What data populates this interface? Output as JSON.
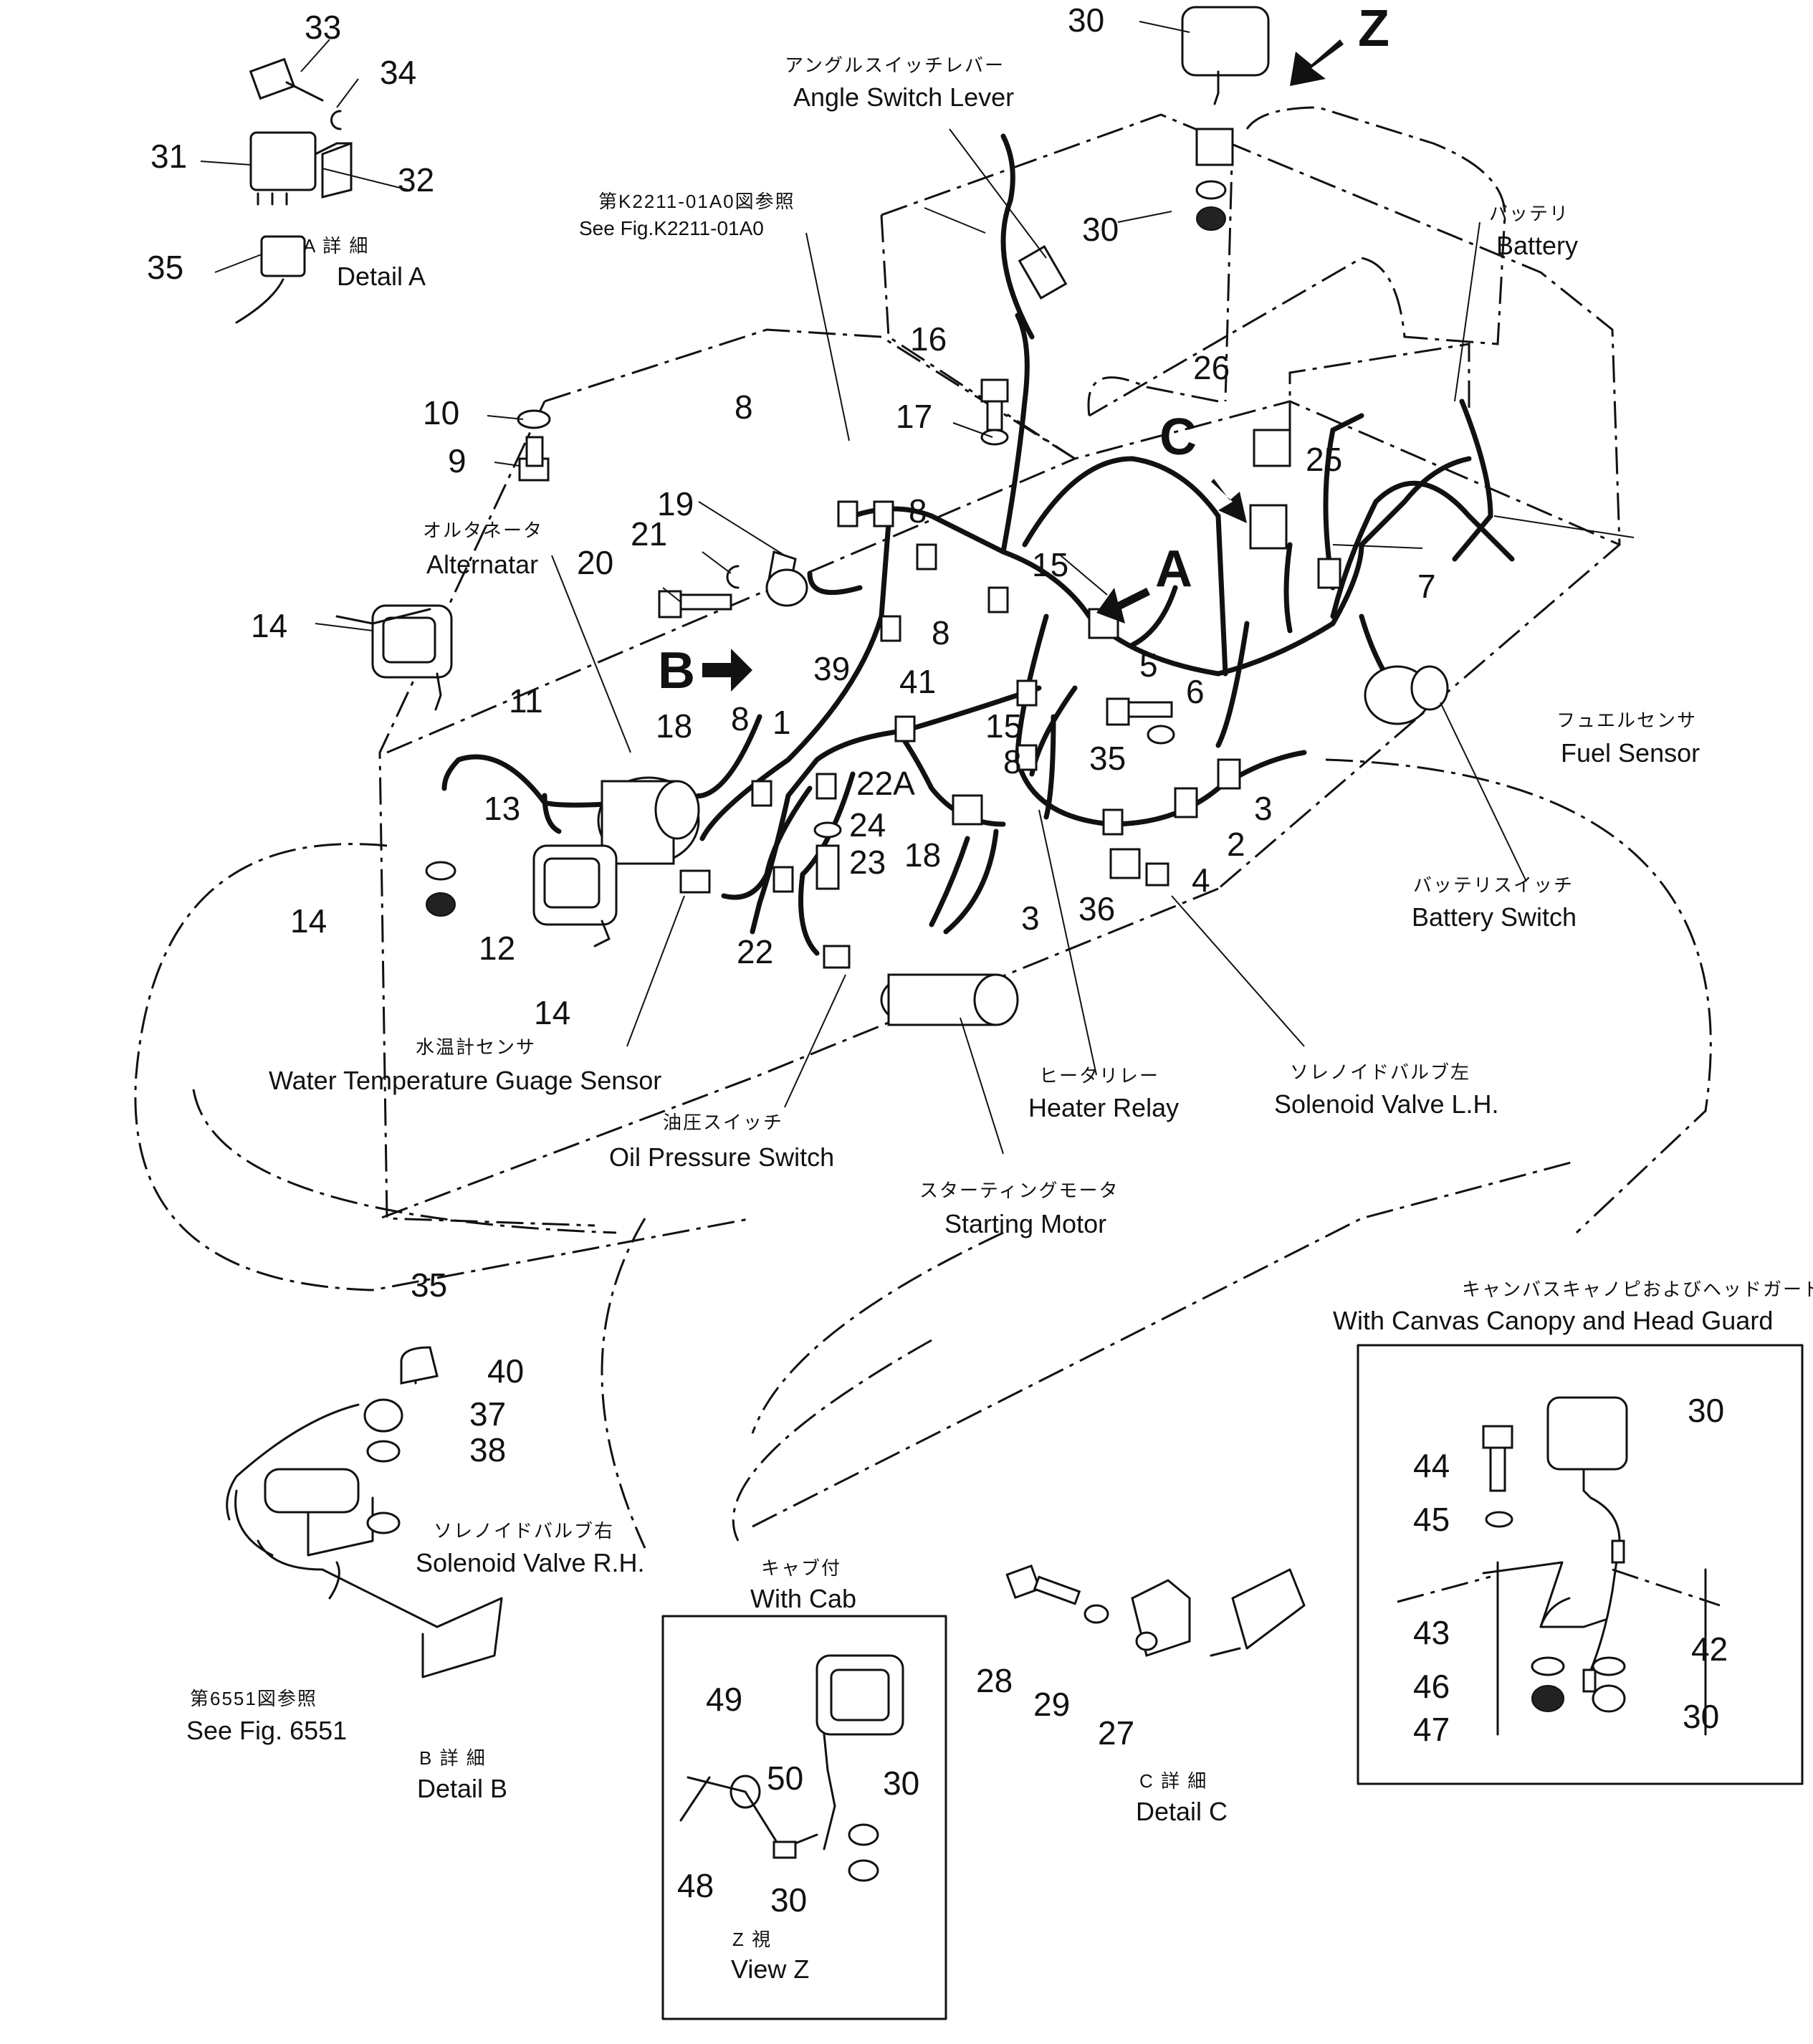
{
  "views": {
    "detail_a": {
      "ja": "A 詳 細",
      "en": "Detail A"
    },
    "detail_b": {
      "ja": "B 詳 細",
      "en": "Detail B"
    },
    "detail_c": {
      "ja": "C 詳 細",
      "en": "Detail C"
    },
    "view_z": {
      "ja": "Z 視",
      "en": "View Z"
    }
  },
  "view_letters": {
    "z": "Z",
    "a": "A",
    "b": "B",
    "c": "C"
  },
  "components": {
    "angle_switch_lever": {
      "ja": "アングルスイッチレバー",
      "en": "Angle Switch Lever"
    },
    "battery": {
      "ja": "バッテリ",
      "en": "Battery"
    },
    "alternator": {
      "ja": "オルタネータ",
      "en": "Alternatar"
    },
    "fuel_sensor": {
      "ja": "フュエルセンサ",
      "en": "Fuel Sensor"
    },
    "battery_switch": {
      "ja": "バッテリスイッチ",
      "en": "Battery Switch"
    },
    "water_temp_sensor": {
      "ja": "水温計センサ",
      "en": "Water Temperature Guage Sensor"
    },
    "oil_pressure_switch": {
      "ja": "油圧スイッチ",
      "en": "Oil Pressure Switch"
    },
    "heater_relay": {
      "ja": "ヒータリレー",
      "en": "Heater Relay"
    },
    "solenoid_lh": {
      "ja": "ソレノイドバルブ左",
      "en": "Solenoid Valve L.H."
    },
    "starting_motor": {
      "ja": "スターティングモータ",
      "en": "Starting Motor"
    },
    "solenoid_rh": {
      "ja": "ソレノイドバルブ右",
      "en": "Solenoid Valve R.H."
    }
  },
  "references": {
    "k2211": {
      "ja": "第K2211-01A0図参照",
      "en": "See Fig.K2211-01A0"
    },
    "fig6551": {
      "ja": "第6551図参照",
      "en": "See Fig. 6551"
    }
  },
  "variants": {
    "canopy": {
      "ja": "キャンバスキャノピおよびヘッドガード付",
      "en": "With Canvas Canopy and Head Guard"
    },
    "cab": {
      "ja": "キャブ付",
      "en": "With Cab"
    }
  },
  "part_numbers": [
    "33",
    "34",
    "31",
    "32",
    "35",
    "30",
    "30",
    "16",
    "17",
    "10",
    "9",
    "8",
    "8",
    "8",
    "8",
    "8",
    "19",
    "21",
    "20",
    "15",
    "15",
    "26",
    "25",
    "7",
    "5",
    "6",
    "35",
    "3",
    "2",
    "4",
    "3",
    "36",
    "14",
    "11",
    "13",
    "12",
    "14",
    "14",
    "18",
    "1",
    "41",
    "22A",
    "24",
    "23",
    "18",
    "22",
    "39",
    "35",
    "40",
    "37",
    "38",
    "28",
    "29",
    "27",
    "44",
    "45",
    "43",
    "46",
    "47",
    "30",
    "42",
    "30",
    "49",
    "50",
    "30",
    "48",
    "30"
  ]
}
